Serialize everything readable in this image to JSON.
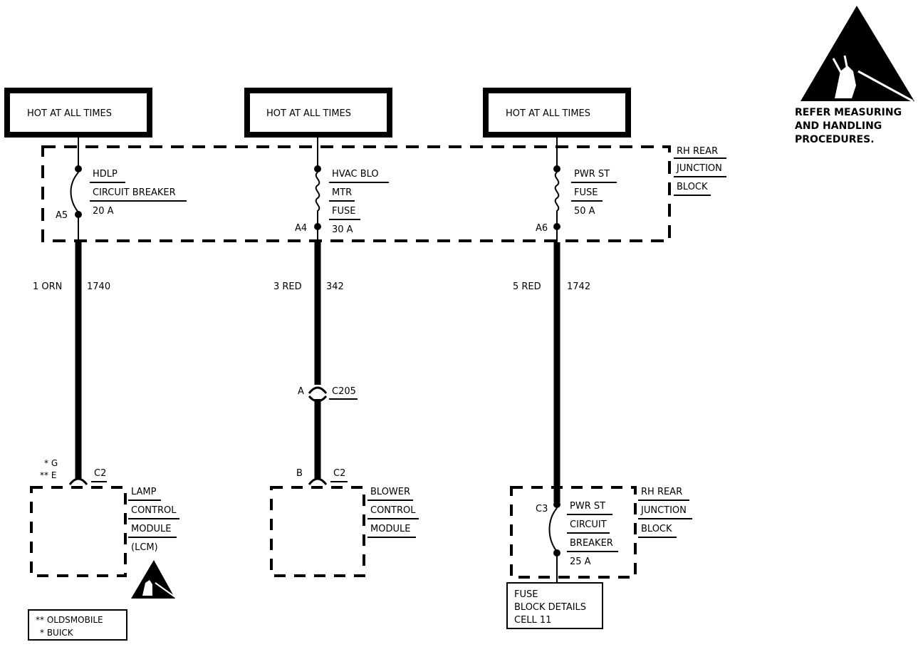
{
  "hot_boxes": [
    {
      "label": "HOT AT ALL TIMES"
    },
    {
      "label": "HOT AT ALL TIMES"
    },
    {
      "label": "HOT AT ALL TIMES"
    }
  ],
  "esd_caution": {
    "line1": "REFER MEASURING",
    "line2": "AND HANDLING",
    "line3": "PROCEDURES."
  },
  "rh_rear_junction_top": {
    "line1": "RH REAR",
    "line2": "JUNCTION",
    "line3": "BLOCK"
  },
  "circuits": [
    {
      "device": {
        "line1": "HDLP",
        "line2": "CIRCUIT BREAKER",
        "line3": "20 A"
      },
      "terminal": "A5",
      "wire": {
        "size_color": "1 ORN",
        "circuit": "1740"
      }
    },
    {
      "device": {
        "line1": "HVAC BLO",
        "line2": "MTR",
        "line3": "FUSE",
        "line4": "30 A"
      },
      "terminal": "A4",
      "wire": {
        "size_color": "3 RED",
        "circuit": "342"
      },
      "inline_connector": {
        "pin": "A",
        "name": "C205"
      }
    },
    {
      "device": {
        "line1": "PWR ST",
        "line2": "FUSE",
        "line3": "50 A"
      },
      "terminal": "A6",
      "wire": {
        "size_color": "5 RED",
        "circuit": "1742"
      }
    }
  ],
  "lcm": {
    "pin_top": "* G",
    "pin_bottom": "** E",
    "connector": "C2",
    "label": {
      "line1": "LAMP",
      "line2": "CONTROL",
      "line3": "MODULE",
      "line4": "(LCM)"
    }
  },
  "blower": {
    "pin": "B",
    "connector": "C2",
    "label": {
      "line1": "BLOWER",
      "line2": "CONTROL",
      "line3": "MODULE"
    }
  },
  "rh_rear_junction_bottom": {
    "terminal": "C3",
    "device": {
      "line1": "PWR ST",
      "line2": "CIRCUIT",
      "line3": "BREAKER",
      "line4": "25 A"
    },
    "label": {
      "line1": "RH REAR",
      "line2": "JUNCTION",
      "line3": "BLOCK"
    }
  },
  "fuse_block_note": {
    "line1": "FUSE",
    "line2": "BLOCK DETAILS",
    "line3": "CELL 11"
  },
  "legend": {
    "line1": "** OLDSMOBILE",
    "line2": "* BUICK"
  }
}
